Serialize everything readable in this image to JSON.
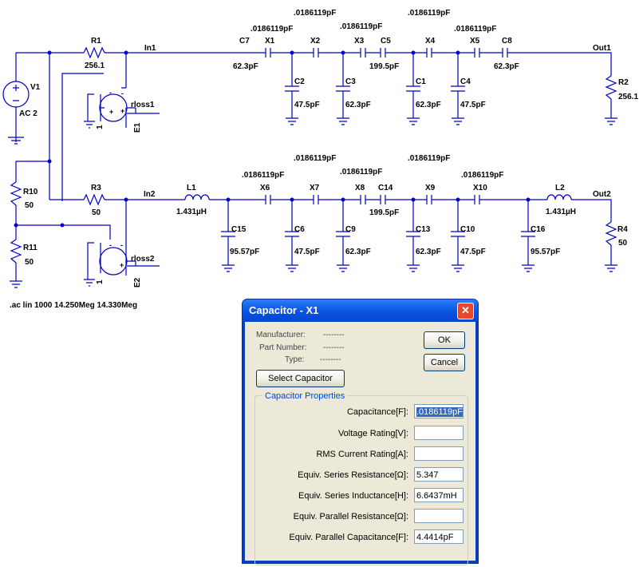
{
  "schematic": {
    "labels": {
      "R1": "R1",
      "R1v": "256.1",
      "In1": "In1",
      "V1": "V1",
      "AC": "AC 2",
      "rloss1": "rloss1",
      "E1": "E1",
      "g1": "1",
      "C7": "C7",
      "C7v": "62.3pF",
      "X1": "X1",
      "X2": "X2",
      "X3": "X3",
      "C5": "C5",
      "C5v": "199.5pF",
      "X4": "X4",
      "X5": "X5",
      "C8": "C8",
      "C8v": "62.3pF",
      "Out1": "Out1",
      "R2": "R2",
      "R2v": "256.1",
      "C2": "C2",
      "C2v": "47.5pF",
      "C3": "C3",
      "C3v": "62.3pF",
      "C1": "C1",
      "C1v": "62.3pF",
      "C4": "C4",
      "C4v": "47.5pF",
      "xa1": ".0186119pF",
      "xa2": ".0186119pF",
      "xa3": ".0186119pF",
      "xa4": ".0186119pF",
      "xa5": ".0186119pF",
      "R10": "R10",
      "R10v": "50",
      "R11": "R11",
      "R11v": "50",
      "R3": "R3",
      "R3v": "50",
      "In2": "In2",
      "rloss2": "rloss2",
      "E2": "E2",
      "g2": "1",
      "L1": "L1",
      "L1v": "1.431µH",
      "X6": "X6",
      "X7": "X7",
      "X8": "X8",
      "C14": "C14",
      "C14v": "199.5pF",
      "X9": "X9",
      "X10": "X10",
      "L2": "L2",
      "L2v": "1.431µH",
      "Out2": "Out2",
      "R4": "R4",
      "R4v": "50",
      "C15": "C15",
      "C15v": "95.57pF",
      "C6": "C6",
      "C6v": "47.5pF",
      "C9": "C9",
      "C9v": "62.3pF",
      "C13": "C13",
      "C13v": "62.3pF",
      "C10": "C10",
      "C10v": "47.5pF",
      "C16": "C16",
      "C16v": "95.57pF",
      "xb1": ".0186119pF",
      "xb2": ".0186119pF",
      "xb3": ".0186119pF",
      "xb4": ".0186119pF",
      "xb5": ".0186119pF",
      "ac": ".ac lin 1000 14.250Meg 14.330Meg"
    }
  },
  "dialog": {
    "title": "Capacitor - X1",
    "close_glyph": "✕",
    "manufacturer_label": "Manufacturer:",
    "manufacturer_value": "--------",
    "part_label": "Part Number:",
    "part_value": "--------",
    "type_label": "Type:",
    "type_value": "--------",
    "ok": "OK",
    "cancel": "Cancel",
    "select": "Select Capacitor",
    "group_title": "Capacitor Properties",
    "props": [
      {
        "label": "Capacitance[F]:",
        "value": ".0186119pF"
      },
      {
        "label": "Voltage Rating[V]:",
        "value": ""
      },
      {
        "label": "RMS Current Rating[A]:",
        "value": ""
      },
      {
        "label": "Equiv. Series Resistance[Ω]:",
        "value": "5.347"
      },
      {
        "label": "Equiv. Series Inductance[H]:",
        "value": "6.6437mH"
      },
      {
        "label": "Equiv. Parallel Resistance[Ω]:",
        "value": ""
      },
      {
        "label": "Equiv. Parallel Capacitance[F]:",
        "value": "4.4414pF"
      }
    ]
  }
}
